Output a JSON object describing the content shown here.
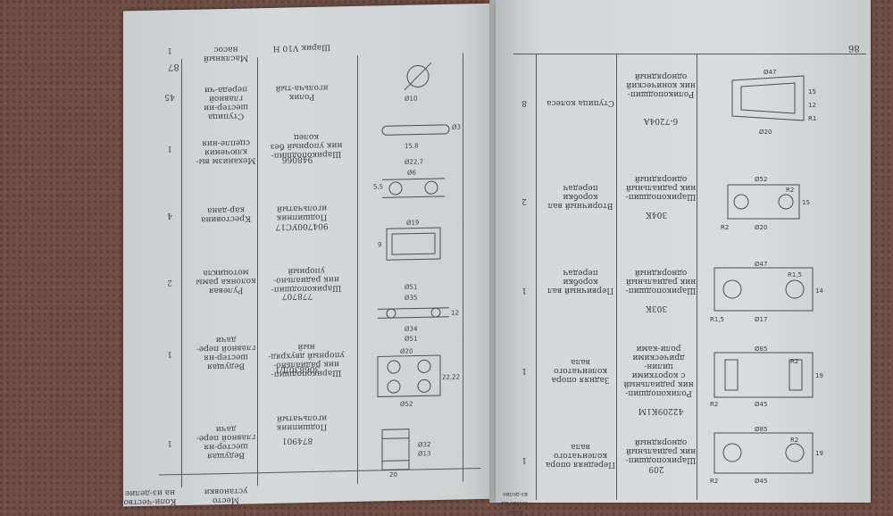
{
  "left_page": {
    "page_number": "87",
    "header_cells": [
      "Место установки",
      "Коли-чество на из-делие"
    ],
    "rows": [
      {
        "code": "874901",
        "name": "Подшипник игольчатый",
        "place": "Ведущая шестер-ня главной пере-дачи",
        "qty": "1",
        "dims": [
          "Ø32",
          "Ø13",
          "20"
        ]
      },
      {
        "code": "306830Д/1",
        "name": "Шарикоподшип-ник радиально-упорный двухряд-ный",
        "place": "Ведущая шестер-ня главной пере-дачи",
        "qty": "1",
        "dims": [
          "Ø20",
          "Ø52",
          "22,22"
        ]
      },
      {
        "code": "778707",
        "name": "Шарикоподшип-ник радиально-упорный",
        "place": "Рулевая колонка рамы мотоцикла",
        "qty": "2",
        "dims": [
          "Ø51",
          "Ø35",
          "Ø34",
          "Ø51",
          "12"
        ]
      },
      {
        "code": "904700УС17",
        "name": "Подшипник игольчатый",
        "place": "Крестовина кар-дана",
        "qty": "4",
        "dims": [
          "Ø19",
          "9"
        ]
      },
      {
        "code": "948066",
        "name": "Шарикоподшип-ник упорный без колец",
        "place": "Механизм вы-ключения сцепле-ния",
        "qty": "1",
        "dims": [
          "Ø22,7",
          "Ø6",
          "5,5"
        ]
      },
      {
        "code": "",
        "name": "Ролик игольча-тый",
        "place": "Ступица шестер-ни главной переда-чи",
        "qty": "45",
        "dims": [
          "Ø3",
          "15,8"
        ]
      },
      {
        "code": "",
        "name": "Шарик V10 H",
        "place": "Масляный насос",
        "qty": "1",
        "dims": [
          "Ø10"
        ]
      }
    ]
  },
  "right_page": {
    "page_number": "86",
    "header_cells": [
      "Коли-чество на из-делие"
    ],
    "rows": [
      {
        "code": "209",
        "name": "Шарикоподшип-ник радиальный однорядный",
        "place": "Передняя опора коленчатого вала",
        "qty": "1",
        "dims": [
          "Ø85",
          "R2",
          "Ø45",
          "R2",
          "19"
        ]
      },
      {
        "code": "42209К1М",
        "name": "Роликоподшип-ник радиальный с короткими цилин-дрическими роли-ками",
        "place": "Задняя опора коленчатого вала",
        "qty": "1",
        "dims": [
          "Ø85",
          "R2",
          "Ø45",
          "R2",
          "19"
        ]
      },
      {
        "code": "303К",
        "name": "Шарикоподшип-ник радиальный однорядный",
        "place": "Первичный вал коробки передач",
        "qty": "1",
        "dims": [
          "Ø47",
          "R1,5",
          "Ø17",
          "R1,5",
          "14"
        ]
      },
      {
        "code": "304К",
        "name": "Шарикоподшип-ник радиальный однорядный",
        "place": "Вторичный вал коробки передач",
        "qty": "2",
        "dims": [
          "Ø52",
          "R2",
          "Ø20",
          "R2",
          "15"
        ]
      },
      {
        "code": "6-7204А",
        "name": "Роликоподшип-ник конический однорядный",
        "place": "Ступица колеса",
        "qty": "8",
        "dims": [
          "Ø47",
          "Ø20",
          "15",
          "12",
          "R1"
        ]
      }
    ]
  }
}
